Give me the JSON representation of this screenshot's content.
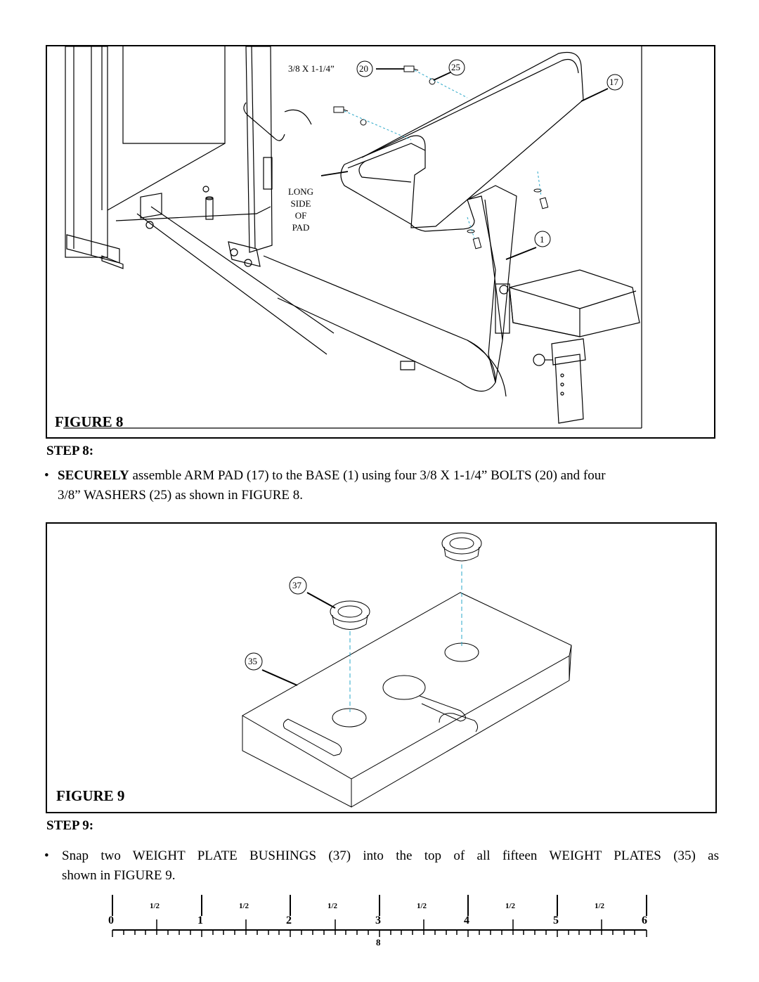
{
  "figure8": {
    "title": "FIGURE 8",
    "callouts": {
      "bolt_size": "3/8 X 1-1/4”",
      "part_bolt": "20",
      "part_washer": "25",
      "part_pad": "17",
      "part_base": "1",
      "long_side": [
        "LONG",
        "SIDE",
        "OF",
        "PAD"
      ]
    }
  },
  "step8": {
    "heading": "STEP 8:",
    "bullet": "•",
    "emphasis": "SECURELY",
    "line1": " assemble ARM  PAD (17) to the BASE (1) using four 3/8 X 1-1/4” BOLTS (20) and four",
    "line2": "3/8”  WASHERS (25) as shown in FIGURE 8."
  },
  "figure9": {
    "title": "FIGURE 9",
    "callouts": {
      "part_bushing": "37",
      "part_plate": "35"
    }
  },
  "step9": {
    "heading": "STEP 9:",
    "bullet": "•",
    "line1": "Snap two WEIGHT PLATE BUSHINGS (37) into the top of all fifteen WEIGHT PLATES (35) as",
    "line2": "shown in FIGURE 9."
  },
  "ruler": {
    "inch_labels": [
      "0",
      "1",
      "2",
      "3",
      "4",
      "5",
      "6"
    ],
    "half_label": "1/2",
    "eighth_label": "8"
  }
}
